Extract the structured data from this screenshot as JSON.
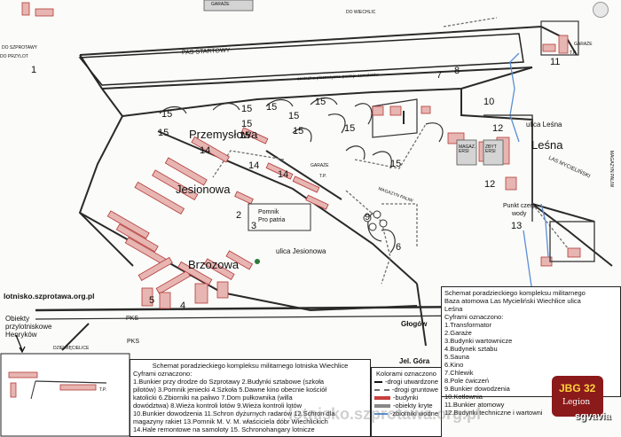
{
  "roads": {
    "runway": "PAS STARTOWY",
    "taxiway": "centralna płaszczyzna postoju samolotów",
    "to_wiechlice": "DO WIECHLIC",
    "to_szprotawa": "DO SZPROTAWY",
    "to_przylot": "DO PRZYLOT"
  },
  "map_numbers": {
    "n1": "1",
    "n2": "2",
    "n3": "3",
    "n4": "4",
    "n5": "5",
    "n6": "6",
    "n7": "7",
    "n8": "8",
    "n9": "9",
    "n10": "10",
    "n11": "11",
    "n12a": "12",
    "n12b": "12",
    "n13": "13",
    "n14a": "14",
    "n14b": "14",
    "n14c": "14",
    "n15a": "15",
    "n15b": "15",
    "n15c": "15",
    "n15d": "15",
    "n15e": "15",
    "n15f": "15",
    "n15g": "15",
    "n15h": "15",
    "n15i": "15",
    "n15j": "15",
    "n15k": "15"
  },
  "streets": {
    "przemyslowa": "Przemysłowa",
    "jesionowa": "Jesionowa",
    "brzozowa": "Brzozowa",
    "ulica_jesionowa": "ulica Jesionowa",
    "ulica_lesna": "ulica Leśna",
    "lesna": "Leśna",
    "glogow": "Głogów",
    "jel_gora": "Jel. Góra",
    "pks1": "PKS",
    "pks2": "PKS",
    "dziewiecielice": "DZIEWIĘCIELICE"
  },
  "labels": {
    "pomnik": "Pomnik",
    "pro_patria": "Pro patria",
    "punkt_czerp": "Punkt czerp.",
    "wody": "wody",
    "las_myc": "LAS MYCIELIŃSKI",
    "magazyn_paliw": "MAGAZYN PALIW",
    "magazyn_paliw2": "MAGAZYN PALIW",
    "website": "lotnisko.szprotawa.org.pl",
    "obiekty1": "Obiekty",
    "obiekty2": "przylotniskowe",
    "obiekty3": "Henryków",
    "garaz": "GARAŻE",
    "garaz2": "GARAŻE",
    "tp1": "T.P.",
    "tp2": "T.P.",
    "tp3": "T.P.",
    "magaz": "MAGAZ. ERSI",
    "zbyt": "ZBYT ERSI",
    "garaz_top": "GARAŻE",
    "watermark": "lotnisko.szprotawa.org.pl",
    "logo_text": "JBG 32",
    "logo_sub": "Legion",
    "logo_corner": "sgvavia"
  },
  "las_box": {
    "l1": "Schemat poradzieckiego kompleksu militarnego",
    "l2": "Baza atomowa Las Mycieliński Wiechlice ulica",
    "l3": "Leśna",
    "l4": "Cyframi oznaczono:",
    "l5": "1.Transformator",
    "l6": "2.Garaże",
    "l7": "3.Budynki wartownicze",
    "l8": "4.Budynek sztabu",
    "l9": "5.Sauna",
    "l10": "6.Kino",
    "l11": "7.Chlewik",
    "l12": "8.Pole ćwiczeń",
    "l13": "9.Bunkier dowodzenia",
    "l14": "10.Kotłownia",
    "l15": "11.Bunkier atomowy",
    "l16": "12.Budynki techniczne i wartowni"
  },
  "main_box": {
    "l1": "Schemat poradzieckiego kompleksu militarnego lotniska Wiechlice",
    "l2": "Cyframi oznaczono:",
    "l3": "1.Bunkier przy drodze do Szprotawy 2.Budynki sztabowe (szkoła",
    "l4": "pilotów) 3.Pomnik jeniecki 4.Szkoła 5.Dawne kino obecnie kościół",
    "l5": "katolicki 6.Zbiorniki na paliwo 7.Dom pułkownika (willa",
    "l6": "dowództwa) 8.Wieża kontroli lotów 9.Wieża kontroli lotów",
    "l7": "10.Bunkier dowodzenia 11.Schron dyżurnych radarów 12.Schron dla",
    "l8": "magazyny rakiet 13.Pomnik M. V. M. właściciela dóbr Wiechlickich",
    "l9": "14.Hale remontowe na samoloty 15. Schronohangary lotnicze"
  },
  "legend": {
    "title": "Kolorami oznaczono",
    "r1": "-drogi utwardzone",
    "r2": "-drogi gruntowe",
    "r3": "-budynki",
    "r4": "-obiekty kryte",
    "r5": "-zbiorniki wodne",
    "colors": {
      "paved": "#111111",
      "dirt": "#6f6f6f",
      "building": "#c8403d",
      "covered": "#888888",
      "water": "#5a8fd6"
    }
  }
}
